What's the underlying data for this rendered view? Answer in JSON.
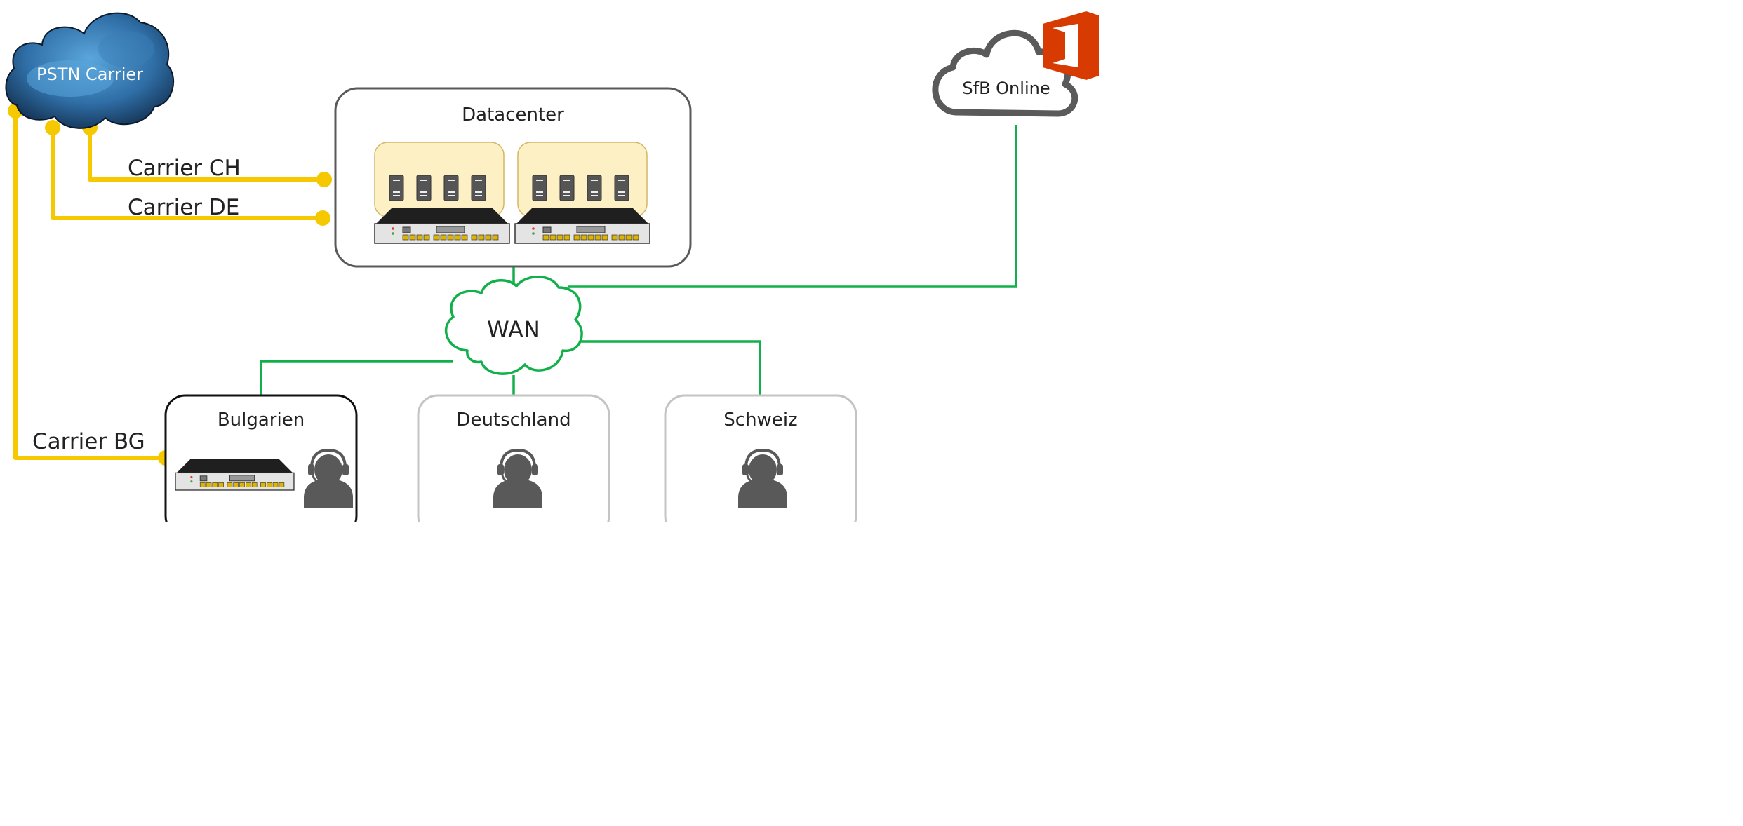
{
  "pstn": {
    "label": "PSTN Carrier"
  },
  "sfb": {
    "label": "SfB Online"
  },
  "datacenter": {
    "label": "Datacenter"
  },
  "wan": {
    "label": "WAN"
  },
  "carriers": {
    "ch": "Carrier CH",
    "de": "Carrier DE",
    "bg": "Carrier BG"
  },
  "sites": {
    "bulgarien": "Bulgarien",
    "deutschland": "Deutschland",
    "schweiz": "Schweiz"
  },
  "colors": {
    "carrier_line": "#f5c800",
    "wan_line": "#12b04a",
    "office_red": "#d83b01",
    "cloud_dark": "#1c3f63",
    "cloud_light": "#5aa6dc"
  }
}
